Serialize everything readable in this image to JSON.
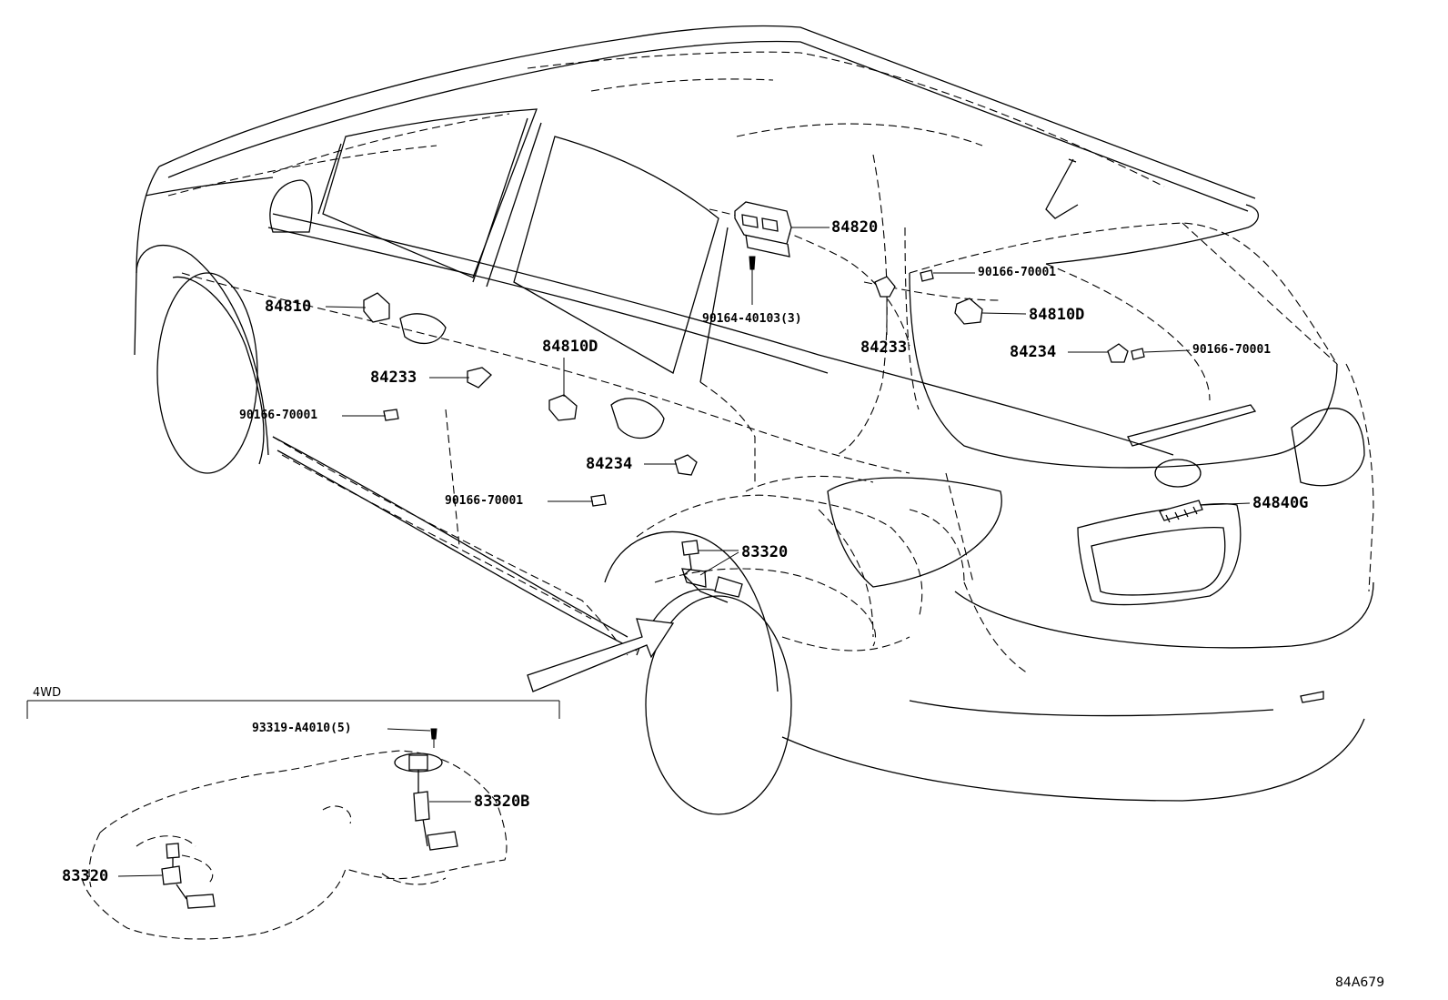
{
  "diagram": {
    "drawing_code": "84A679",
    "inset_title": "4WD",
    "callouts": {
      "c_84820": "84820",
      "c_90164": "90164-40103(3)",
      "c_90166_top": "90166-70001",
      "c_84233_right": "84233",
      "c_84810D_right": "84810D",
      "c_84234_right": "84234",
      "c_90166_right": "90166-70001",
      "c_84810_left": "84810",
      "c_84810D_mid": "84810D",
      "c_84233_left": "84233",
      "c_90166_left": "90166-70001",
      "c_84234_mid": "84234",
      "c_90166_mid": "90166-70001",
      "c_84840G": "84840G",
      "c_83320_main": "83320",
      "c_93319": "93319-A4010(5)",
      "c_83320B": "83320B",
      "c_83320_inset": "83320"
    }
  }
}
